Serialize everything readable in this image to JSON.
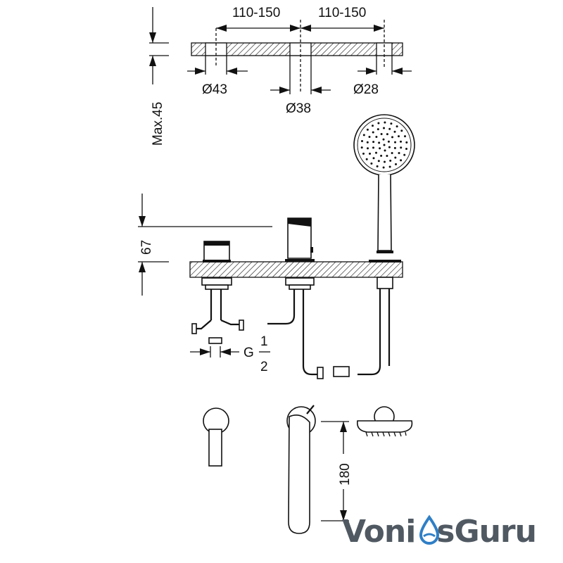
{
  "dimensions": {
    "spacing_left": "110-150",
    "spacing_right": "110-150",
    "hole_diameter_left": "Ø43",
    "hole_diameter_center": "Ø38",
    "hole_diameter_right": "Ø28",
    "deck_thickness": "Max.45",
    "spout_height": "67",
    "thread_prefix": "G",
    "thread_numerator": "1",
    "thread_denominator": "2",
    "spout_reach": "180"
  },
  "watermark": {
    "text_part1": "Voni",
    "text_part2": "sGuru",
    "color": "#505962",
    "drop_color": "#2f7fc6"
  }
}
